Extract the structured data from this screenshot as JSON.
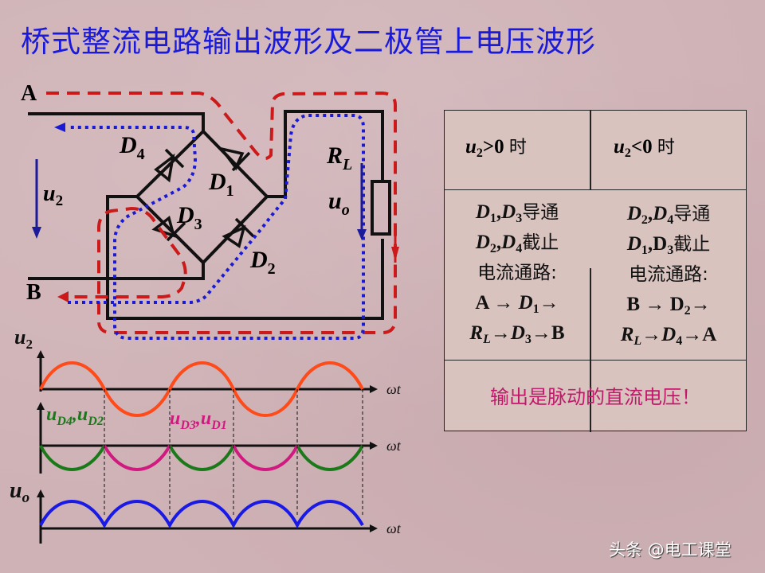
{
  "title": "桥式整流电路输出波形及二极管上电压波形",
  "circuit": {
    "terminal_a": "A",
    "terminal_b": "B",
    "source_voltage": "u",
    "source_voltage_sub": "2",
    "diodes": [
      {
        "name": "D",
        "sub": "4"
      },
      {
        "name": "D",
        "sub": "1"
      },
      {
        "name": "D",
        "sub": "3"
      },
      {
        "name": "D",
        "sub": "2"
      }
    ],
    "load": {
      "name": "R",
      "sub": "L"
    },
    "output_voltage": {
      "name": "u",
      "sub": "o"
    },
    "colors": {
      "wire": "#111111",
      "positive_path": "#cc1a1a",
      "negative_path": "#1a1ad6",
      "arrow": "#1a1a9a"
    }
  },
  "table": {
    "header": {
      "left": {
        "var": "u",
        "sub": "2",
        "op": ">0",
        "suffix": "时"
      },
      "right": {
        "var": "u",
        "sub": "2",
        "op": "<0",
        "suffix": "时"
      }
    },
    "left": {
      "line1": {
        "a": "D",
        "a_sub": "1",
        "sep": ",",
        "b": "D",
        "b_sub": "3",
        "text": "导通"
      },
      "line2": {
        "a": "D",
        "a_sub": "2",
        "sep": ",",
        "b": "D",
        "b_sub": "4",
        "text": "截止"
      },
      "line3": "电流通路:",
      "line4": {
        "start": "A",
        "arrow": "→",
        "d": "D",
        "d_sub": "1",
        "end": "→"
      },
      "line5": {
        "r": "R",
        "r_sub": "L",
        "arrow": "→",
        "d": "D",
        "d_sub": "3",
        "end": "→B"
      }
    },
    "right": {
      "line1": {
        "a": "D",
        "a_sub": "2",
        "sep": ",",
        "b": "D",
        "b_sub": "4",
        "text": "导通"
      },
      "line2": {
        "a": "D",
        "a_sub": "1",
        "sep": ",",
        "b": "D",
        "b_sub": "3",
        "text": "截止"
      },
      "line3": "电流通路:",
      "line4": {
        "start": "B",
        "arrow": "→",
        "d": "D",
        "d_sub": "2",
        "end": "→"
      },
      "line5": {
        "r": "R",
        "r_sub": "L",
        "arrow": "→",
        "d": "D",
        "d_sub": "4",
        "end": "→A"
      }
    },
    "note": "输出是脉动的直流电压！",
    "note_color": "#c2186b"
  },
  "chart_data": [
    {
      "type": "line",
      "title": "u2",
      "ylabel": "u2",
      "xlabel": "ωt",
      "x_unit": "half-periods",
      "x": [
        0,
        0.5,
        1,
        1.5,
        2,
        2.5,
        3,
        3.5,
        4,
        4.5,
        5
      ],
      "values": [
        0,
        1,
        0,
        -1,
        0,
        1,
        0,
        -1,
        0,
        1,
        0
      ],
      "series": [
        {
          "name": "u2",
          "color": "#ff4a1a",
          "shape": "sine",
          "periods": 2.5
        }
      ]
    },
    {
      "type": "line",
      "title": "uD4,uD2 / uD3,uD1",
      "xlabel": "ωt",
      "series": [
        {
          "name": "uD4,uD2",
          "color": "#1a7a1a",
          "segments": [
            [
              0,
              1
            ],
            [
              2,
              3
            ],
            [
              4,
              5
            ]
          ],
          "values": [
            0,
            -1,
            0
          ]
        },
        {
          "name": "uD3,uD1",
          "color": "#d01a80",
          "segments": [
            [
              1,
              2
            ],
            [
              3,
              4
            ]
          ],
          "values": [
            0,
            -1,
            0
          ]
        }
      ],
      "labels": [
        {
          "text": "uD4,uD2",
          "color": "#1a7a1a"
        },
        {
          "text": "uD3,uD1",
          "color": "#d01a80"
        }
      ]
    },
    {
      "type": "line",
      "title": "uo",
      "ylabel": "uo",
      "xlabel": "ωt",
      "x": [
        0,
        0.5,
        1,
        1.5,
        2,
        2.5,
        3,
        3.5,
        4,
        4.5,
        5
      ],
      "values": [
        0,
        1,
        0,
        1,
        0,
        1,
        0,
        1,
        0,
        1,
        0
      ],
      "series": [
        {
          "name": "uo",
          "color": "#1a1ae6",
          "shape": "full-wave rectified sine"
        }
      ]
    }
  ],
  "waveform_labels": {
    "u2": {
      "var": "u",
      "sub": "2"
    },
    "ud_green": {
      "a": "u",
      "a_sub": "D4",
      "sep": ",",
      "b": "u",
      "b_sub": "D2"
    },
    "ud_pink": {
      "a": "u",
      "a_sub": "D3",
      "sep": ",",
      "b": "u",
      "b_sub": "D1"
    },
    "uo": {
      "var": "u",
      "sub": "o"
    },
    "axis": "ωt"
  },
  "watermark": "头条 @电工课堂"
}
